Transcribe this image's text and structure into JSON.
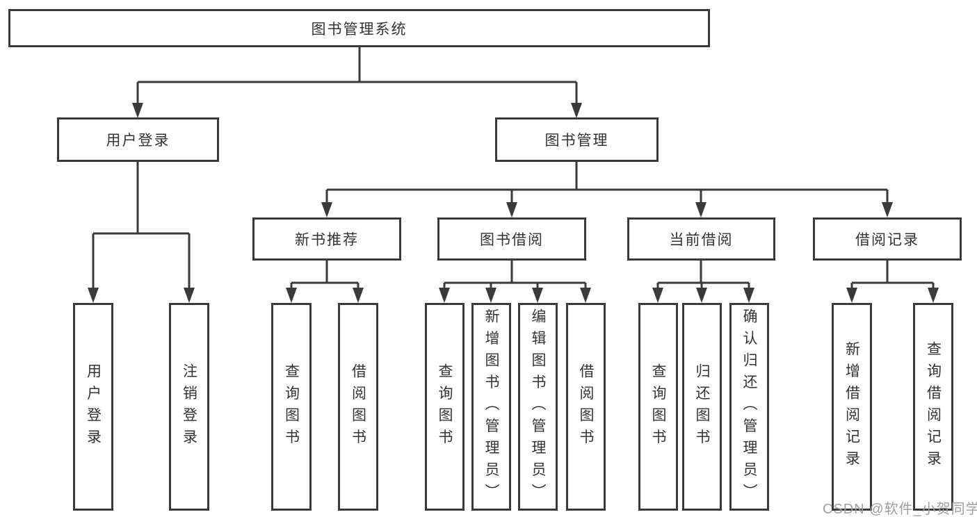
{
  "diagram": {
    "root": {
      "label": "图书管理系统"
    },
    "level2": {
      "user_login": {
        "label": "用户登录"
      },
      "book_mgmt": {
        "label": "图书管理"
      }
    },
    "level3": {
      "new_books": {
        "label": "新书推荐"
      },
      "book_borrow": {
        "label": "图书借阅"
      },
      "current_borrow": {
        "label": "当前借阅"
      },
      "borrow_records": {
        "label": "借阅记录"
      }
    },
    "leaves": {
      "user_login": [
        "用户登录",
        "注销登录"
      ],
      "new_books": [
        "查询图书",
        "借阅图书"
      ],
      "book_borrow": [
        "查询图书",
        "新增图书（管理员）",
        "编辑图书（管理员）",
        "借阅图书"
      ],
      "current_borrow": [
        "查询图书",
        "归还图书",
        "确认归还（管理员）"
      ],
      "borrow_records": [
        "新增借阅记录",
        "查询借阅记录"
      ]
    }
  },
  "watermark": {
    "text": "CSDN @软件_小贺同学"
  }
}
